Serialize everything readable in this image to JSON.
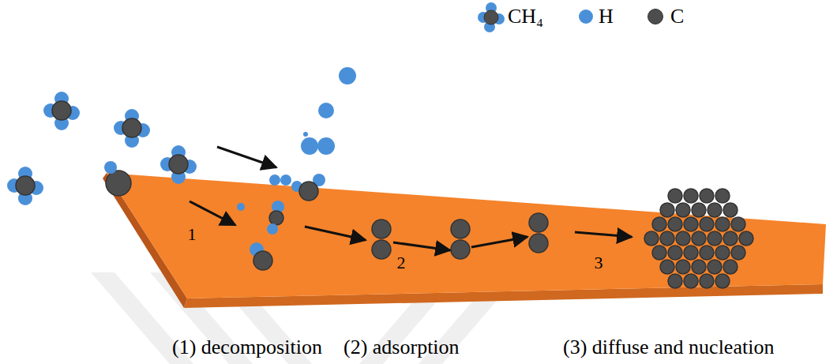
{
  "diagram": {
    "labels": [
      "1",
      "2",
      "3",
      "(1) decomposition",
      "(2) adsorption",
      "(3) diffuse and nucleation"
    ],
    "legend": [
      {
        "text": "CH₄"
      },
      {
        "text": "H",
        "color": "#4a90d9"
      },
      {
        "text": "C",
        "color": "#4d4d4d"
      }
    ]
  }
}
